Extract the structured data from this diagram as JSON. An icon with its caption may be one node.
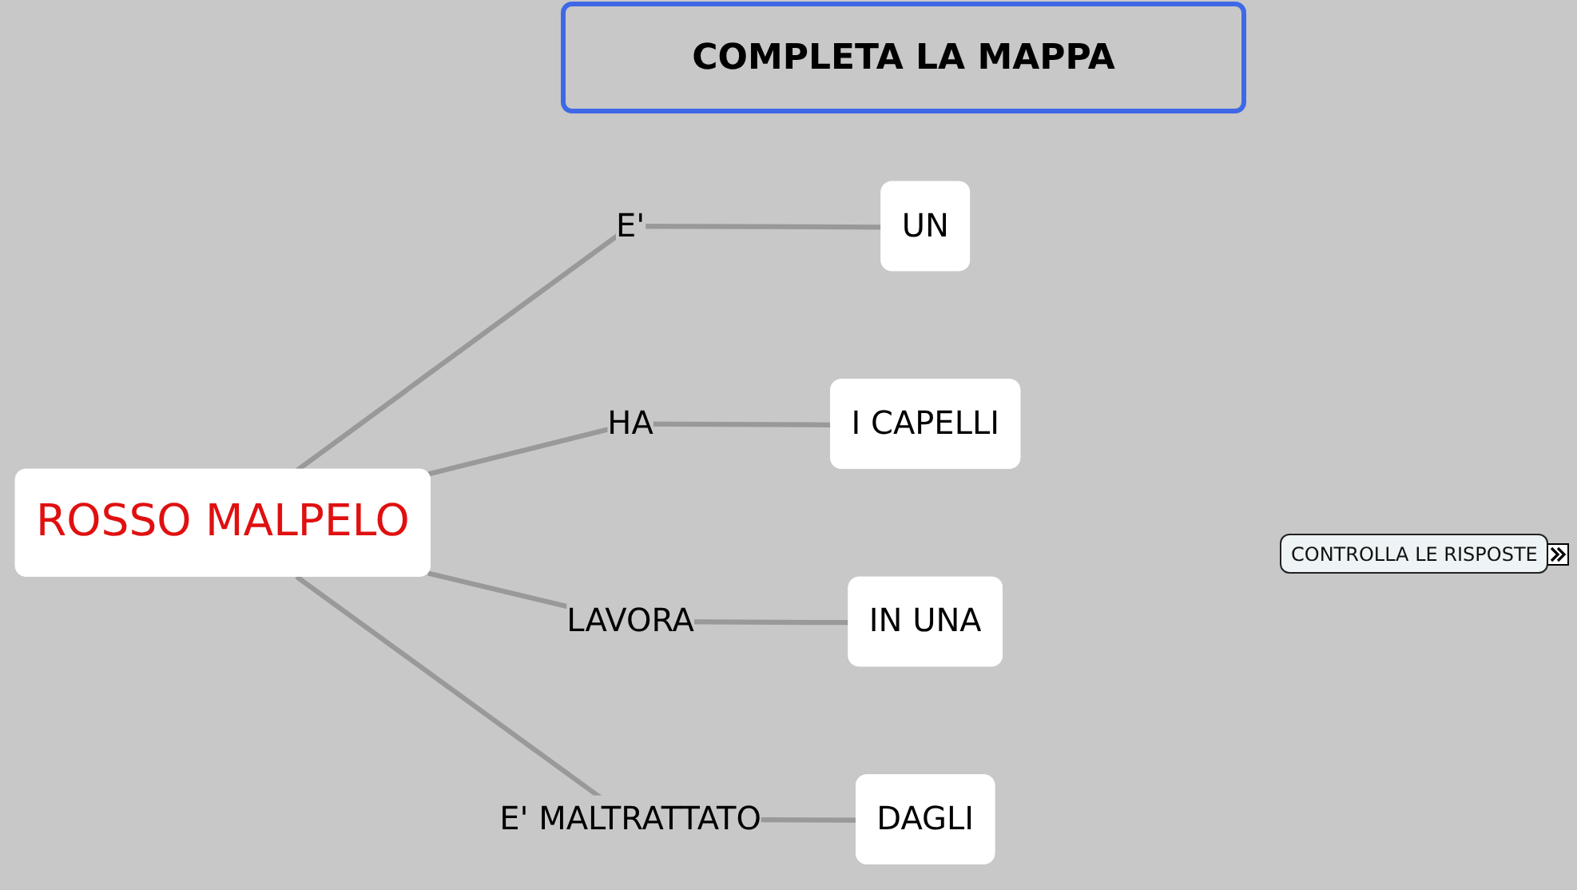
{
  "diagram": {
    "title": "COMPLETA LA MAPPA",
    "nodes": [
      {
        "text": [
          "ROSSO MALPELO"
        ]
      },
      {
        "text": [
          "UN"
        ]
      },
      {
        "text": [
          "I CAPELLI"
        ]
      },
      {
        "text": [
          "IN UNA"
        ]
      },
      {
        "text": [
          "DAGLI"
        ]
      }
    ],
    "edges": [
      {
        "from": 0,
        "to": 1,
        "arrow": "none",
        "label": "E'"
      },
      {
        "from": 0,
        "to": 2,
        "arrow": "none",
        "label": "HA"
      },
      {
        "from": 0,
        "to": 3,
        "arrow": "none",
        "label": "LAVORA"
      },
      {
        "from": 0,
        "to": 4,
        "arrow": "none",
        "label": "E' MALTRATTATO"
      }
    ],
    "labels": [
      "CONTROLLA LE RISPOSTE"
    ]
  }
}
